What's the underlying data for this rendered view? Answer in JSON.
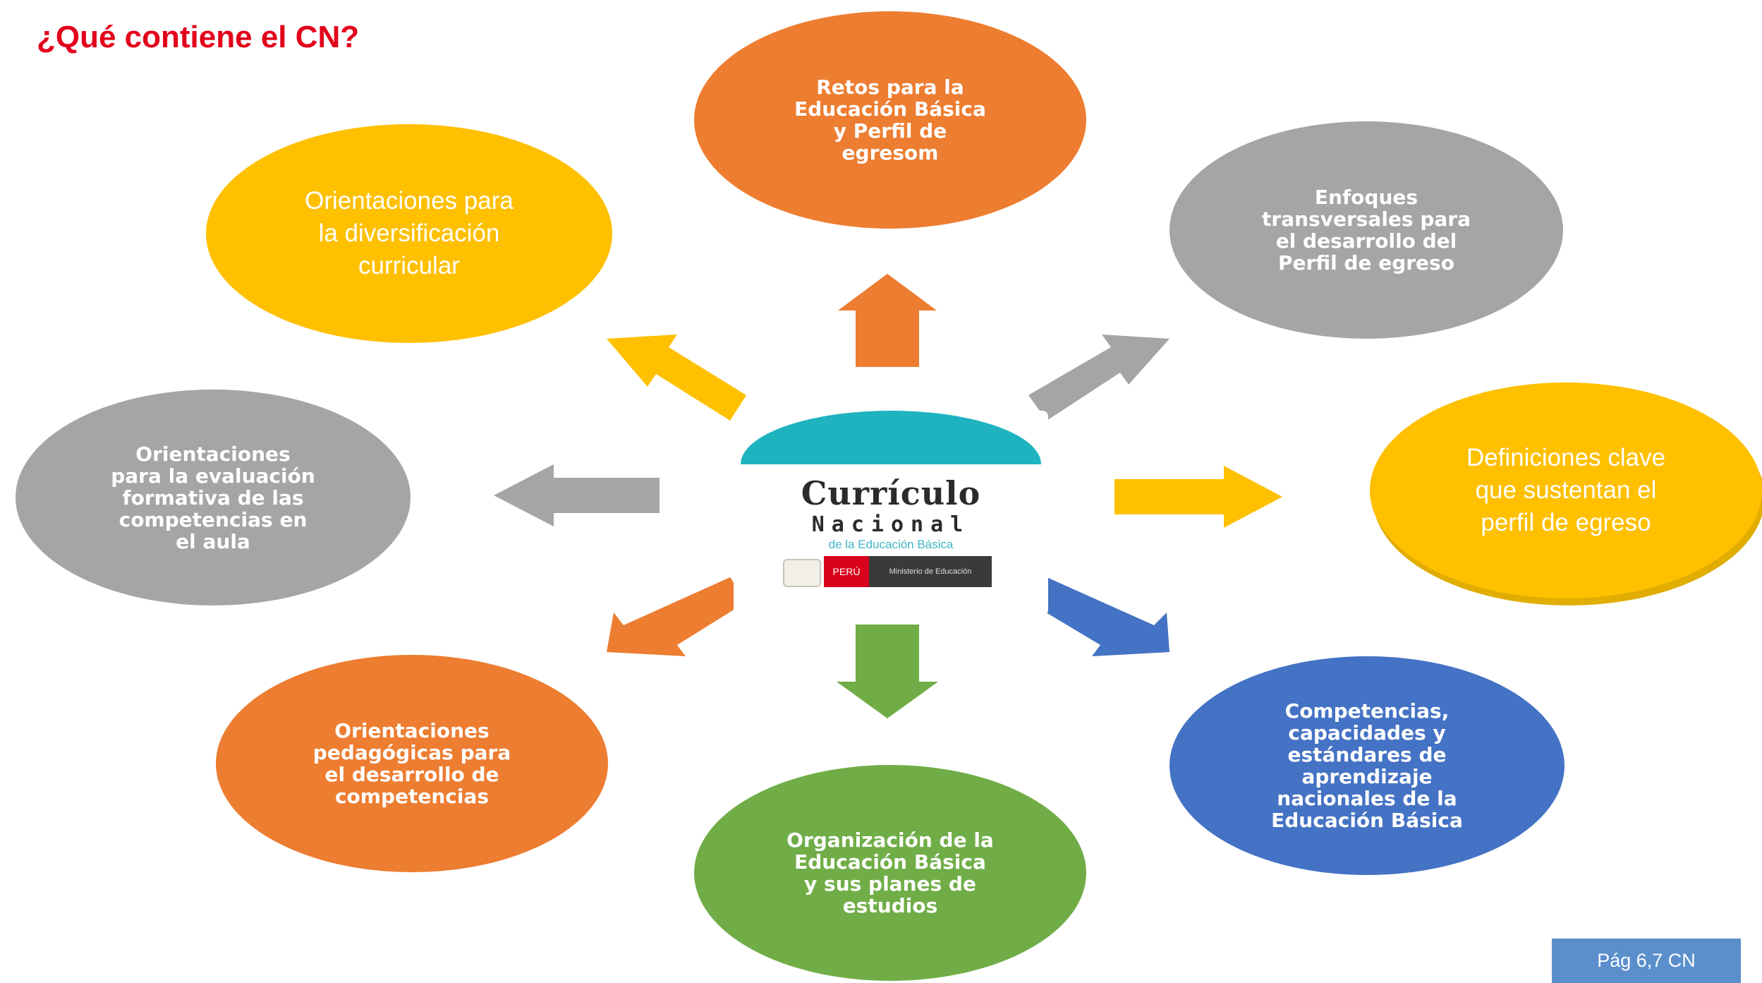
{
  "title": "¿Qué contiene el CN?",
  "center": {
    "logo_line1": "Currículo",
    "logo_line2": "Nacional",
    "logo_line3": "de la Educación Básica",
    "logo_peru": "PERÚ",
    "logo_ministry": "Ministerio de Educación"
  },
  "nodes": {
    "top": {
      "text": "Retos para la\nEducación Básica\ny Perfil de\negresom",
      "color": "#ed7d31"
    },
    "tl": {
      "text": "Orientaciones para\nla diversificación\ncurricular",
      "color": "#ffc000"
    },
    "tr": {
      "text": "Enfoques\ntransversales para\nel desarrollo del\nPerfil de egreso",
      "color": "#a5a5a5"
    },
    "left": {
      "text": "Orientaciones\npara la evaluación\nformativa de las\ncompetencias en\nel aula",
      "color": "#a5a5a5"
    },
    "right": {
      "text": "Definiciones clave\nque sustentan el\nperfil de egreso",
      "color": "#ffc000"
    },
    "bl": {
      "text": "Orientaciones\npedagógicas para\nel desarrollo de\ncompetencias",
      "color": "#ed7d31"
    },
    "br": {
      "text": "Competencias,\ncapacidades y\nestándares de\naprendizaje\nnacionales de la\nEducación Básica",
      "color": "#4472c4"
    },
    "bottom": {
      "text": "Organización de la\nEducación Básica\ny sus planes de\nestudios",
      "color": "#70ad47"
    }
  },
  "arrows": {
    "up": "#ed7d31",
    "up_left": "#ffc000",
    "up_right": "#a5a5a5",
    "left": "#a5a5a5",
    "right": "#ffc000",
    "down_left": "#ed7d31",
    "down": "#70ad47",
    "down_right": "#4472c4"
  },
  "page_ref": "Pág 6,7 CN"
}
